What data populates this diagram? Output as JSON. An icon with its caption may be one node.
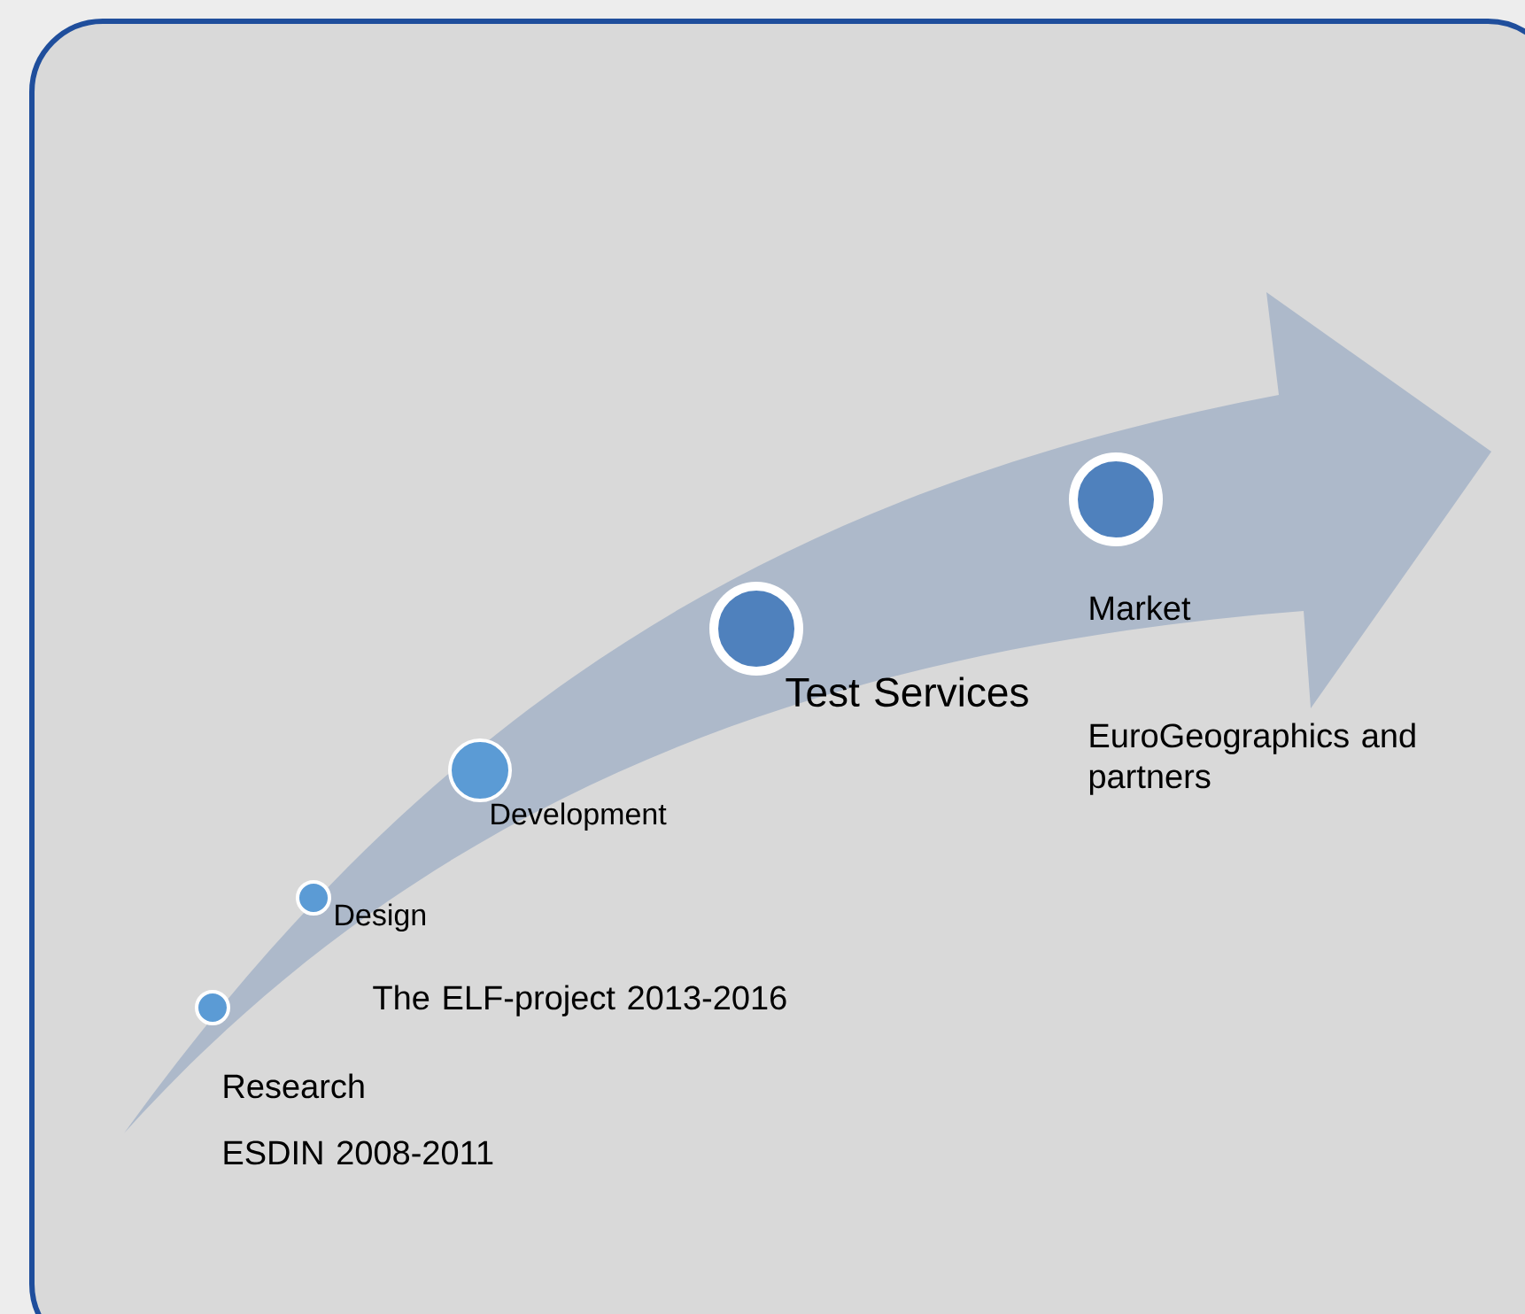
{
  "diagram": {
    "nodes": [
      {
        "text": [],
        "shape": "circle",
        "beside": [
          "Research",
          "ESDIN 2008-2011"
        ]
      },
      {
        "text": [],
        "shape": "circle",
        "beside": [
          "Design"
        ]
      },
      {
        "text": [],
        "shape": "circle",
        "beside": [
          "Development"
        ]
      },
      {
        "text": [],
        "shape": "circle",
        "beside": [
          "Test Services"
        ]
      },
      {
        "text": [],
        "shape": "circle",
        "beside": [
          "Market",
          "EuroGeographics and partners"
        ]
      }
    ],
    "labels": [
      "The ELF-project 2013-2016"
    ]
  }
}
